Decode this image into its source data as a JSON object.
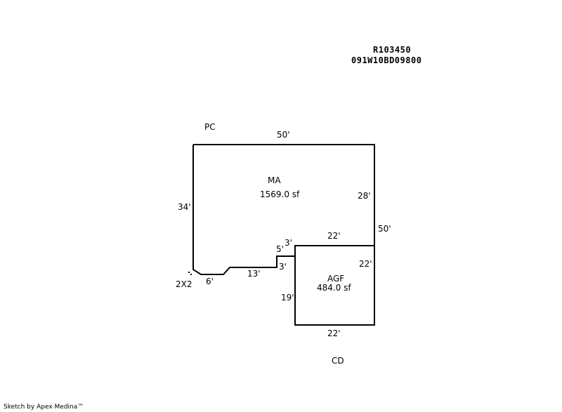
{
  "header": {
    "parcel_id": "R103450",
    "map_tax_lot": "091W10BD09800"
  },
  "areas": {
    "main": {
      "code": "MA",
      "area": "1569.0 sf"
    },
    "garage": {
      "code": "AGF",
      "area": "484.0 sf"
    }
  },
  "features": {
    "porch": "PC",
    "deck": "CD",
    "post": "2X2"
  },
  "dimensions": {
    "main_top": "50'",
    "main_right_upper": "28'",
    "right_total": "50'",
    "main_left": "34'",
    "bottom_angle": "6'",
    "bottom_run": "13'",
    "step_vertical": "5'",
    "step_horizontal_top": "3'",
    "step_horizontal_bottom": "3'",
    "garage_top": "22'",
    "garage_right": "22'",
    "garage_left": "19'",
    "garage_bottom": "22'"
  },
  "footer": {
    "credit": "Sketch by Apex Medina™"
  }
}
